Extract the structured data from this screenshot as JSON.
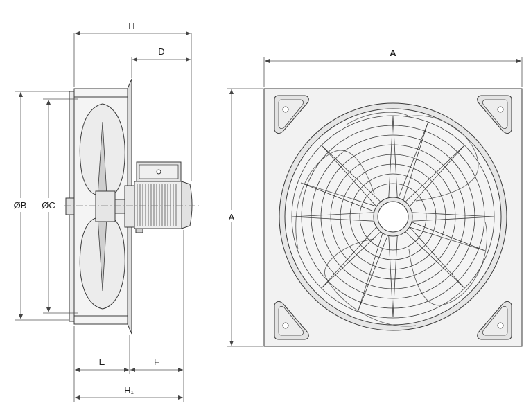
{
  "dimensions": {
    "H": "H",
    "D": "D",
    "OB": "ØB",
    "OC": "ØC",
    "E": "E",
    "F": "F",
    "H1": "H₁",
    "A_top": "A",
    "A_side": "A"
  },
  "colors": {
    "line": "#3a3a3a",
    "fill_light": "#ececec",
    "fill_lighter": "#f6f6f6",
    "fill_mid": "#d6d6d6",
    "dim": "#555555"
  }
}
